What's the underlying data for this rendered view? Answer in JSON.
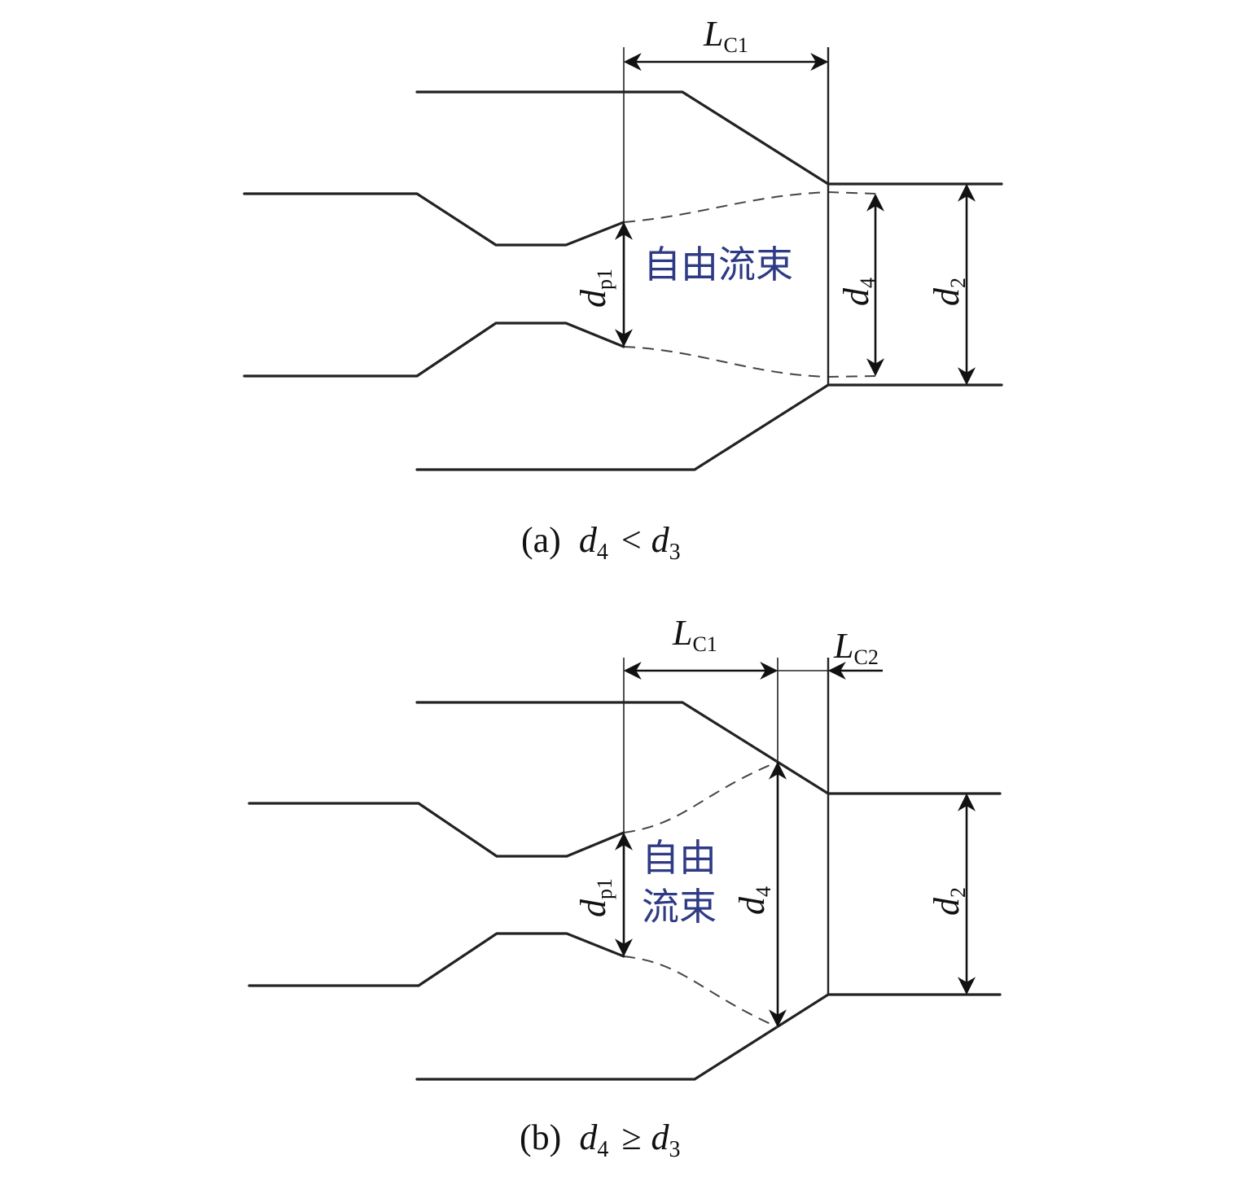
{
  "colors": {
    "line": "#222222",
    "annotation": "#2e3a84"
  },
  "panel_a": {
    "caption_label": "(a)",
    "caption_lhs": "d",
    "caption_lhs_sub": "4",
    "caption_op": "<",
    "caption_rhs": "d",
    "caption_rhs_sub": "3",
    "dim_length": {
      "symbol": "L",
      "sub": "C1"
    },
    "dim_dp1": {
      "symbol": "d",
      "sub": "p1"
    },
    "dim_d4": {
      "symbol": "d",
      "sub": "4"
    },
    "dim_d2": {
      "symbol": "d",
      "sub": "2"
    },
    "region_label": "自由流束"
  },
  "panel_b": {
    "caption_label": "(b)",
    "caption_lhs": "d",
    "caption_lhs_sub": "4",
    "caption_op": "≥",
    "caption_rhs": "d",
    "caption_rhs_sub": "3",
    "dim_length1": {
      "symbol": "L",
      "sub": "C1"
    },
    "dim_length2": {
      "symbol": "L",
      "sub": "C2"
    },
    "dim_dp1": {
      "symbol": "d",
      "sub": "p1"
    },
    "dim_d4": {
      "symbol": "d",
      "sub": "4"
    },
    "dim_d2": {
      "symbol": "d",
      "sub": "2"
    },
    "region_label_line1": "自由",
    "region_label_line2": "流束"
  }
}
